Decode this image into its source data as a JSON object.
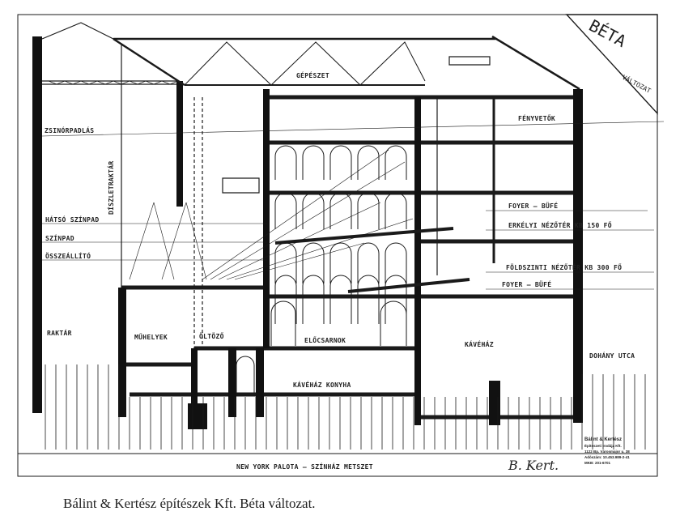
{
  "stamp": {
    "line1": "BÉTA",
    "line2": "VÁLTOZAT"
  },
  "labels": {
    "roof": "GÉPÉSZET",
    "fly_loft": "ZSINÓRPADLÁS",
    "scenery_store": "DÍSZLETRAKTÁR",
    "back_stage": "HÁTSÓ SZÍNPAD",
    "stage": "SZÍNPAD",
    "assembly": "ÖSSZEÁLLÍTÓ",
    "lighting": "FÉNYVETŐK",
    "foyer_upper": "FOYER — BÜFÉ",
    "balcony": "ERKÉLYI NÉZŐTÉR KB 150 FŐ",
    "stalls": "FÖLDSZINTI NÉZŐTÉR KB 300 FŐ",
    "foyer_lower": "FOYER — BÜFÉ",
    "storage": "RAKTÁR",
    "workshops": "MŰHELYEK",
    "dressing": "ÖLTÖZŐ",
    "lobby": "ELŐCSARNOK",
    "cafe": "KÁVÉHÁZ",
    "cafe_kitchen": "KÁVÉHÁZ KONYHA",
    "street": "DOHÁNY UTCA"
  },
  "title_block": {
    "title": "NEW YORK PALOTA — SZÍNHÁZ METSZET",
    "signature": "B. Kert.",
    "firm": [
      "Bálint & Kertész",
      "Építészeti Irodája Kft.",
      "1122 Bp. Városmajor u. 38",
      "Adószám: 10.453.989-2-41",
      "MKB: 201-6701"
    ]
  },
  "caption": "Bálint & Kertész építészek Kft. Béta változat."
}
